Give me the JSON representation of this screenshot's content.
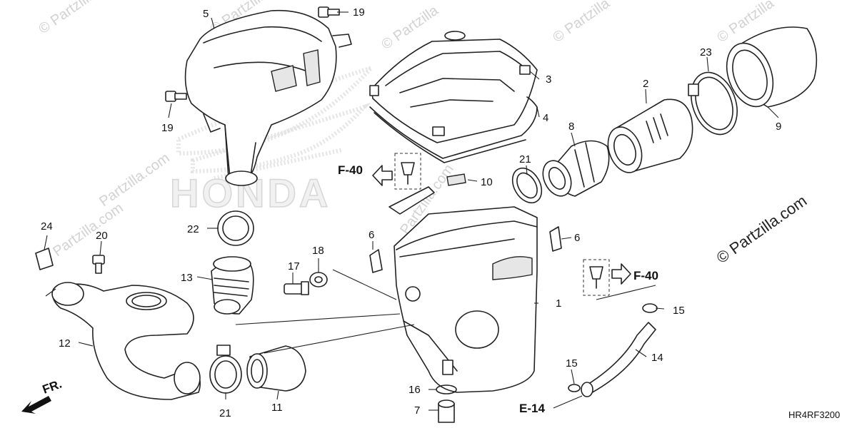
{
  "watermarks": {
    "small": "© Partzilla",
    "side": "Partzilla.com",
    "main": "© Partzilla.com",
    "logo": "HONDA"
  },
  "callouts": {
    "c1": "1",
    "c2": "2",
    "c3": "3",
    "c4": "4",
    "c5": "5",
    "c6a": "6",
    "c6b": "6",
    "c7": "7",
    "c8": "8",
    "c9": "9",
    "c10": "10",
    "c11": "11",
    "c12": "12",
    "c13": "13",
    "c14": "14",
    "c15a": "15",
    "c15b": "15",
    "c16": "16",
    "c17": "17",
    "c18": "18",
    "c19a": "19",
    "c19b": "19",
    "c20": "20",
    "c21a": "21",
    "c21b": "21",
    "c22": "22",
    "c23": "23",
    "c24": "24"
  },
  "references": {
    "f40_left": "F-40",
    "f40_right": "F-40",
    "e14": "E-14",
    "front": "FR."
  },
  "diagram_code": "HR4RF3200"
}
